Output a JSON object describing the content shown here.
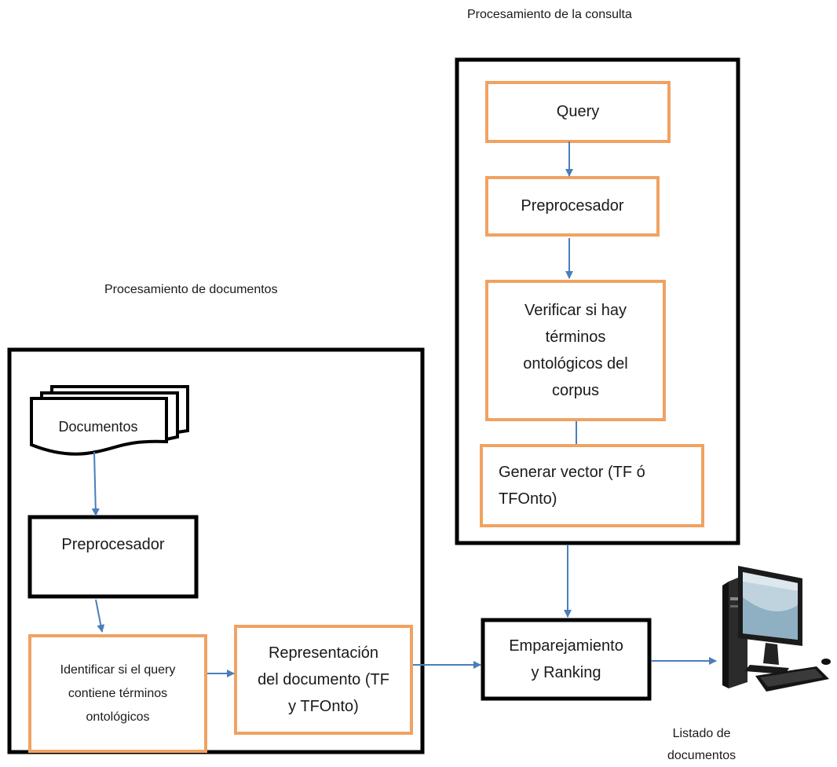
{
  "sections": {
    "query_title": "Procesamiento  de la consulta",
    "docs_title": "Procesamiento  de documentos"
  },
  "query_panel": {
    "query": "Query",
    "preprocessor": "Preprocesador",
    "verify": "Verificar si hay\ntérminos\nontológicos del\ncorpus",
    "vector": "Generar vector (TF ó\nTFOnto)"
  },
  "docs_panel": {
    "documents": "Documentos",
    "preprocessor": "Preprocesador",
    "identify": "Identificar si el query\ncontiene términos\nontológicos",
    "representation": "Representación\ndel documento (TF\ny TFOnto)"
  },
  "matching": "Emparejamiento\ny Ranking",
  "output": {
    "label": "Listado de\ndocumentos"
  },
  "colors": {
    "box_orange": "#f0a262",
    "frame_black": "#000000",
    "arrow_blue": "#4a7ebb"
  }
}
